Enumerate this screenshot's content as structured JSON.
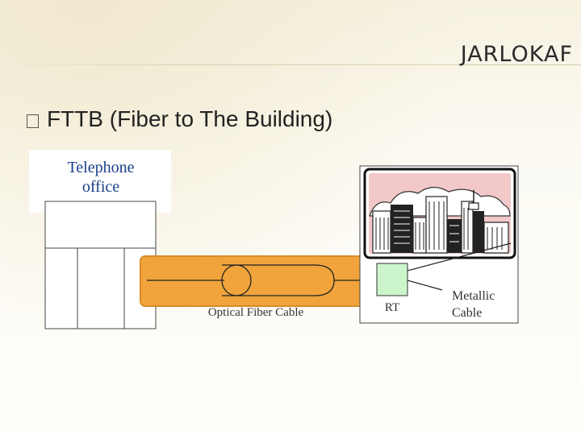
{
  "slide": {
    "title": "JARLOKAF",
    "bullet": "FTTB (Fiber to The Building)"
  },
  "diagram": {
    "telephone_office_line1": "Telephone",
    "telephone_office_line2": "office",
    "cable_label": "Optical  Fiber Cable",
    "rt_label": "RT",
    "metallic_line1": "Metallic",
    "metallic_line2": "Cable"
  },
  "colors": {
    "fiber": "#f0a43b",
    "fiber_border": "#d88a26",
    "rt_box": "#ccf5cc",
    "sky": "#f2c8c8",
    "text_blue": "#1a3f8a"
  }
}
